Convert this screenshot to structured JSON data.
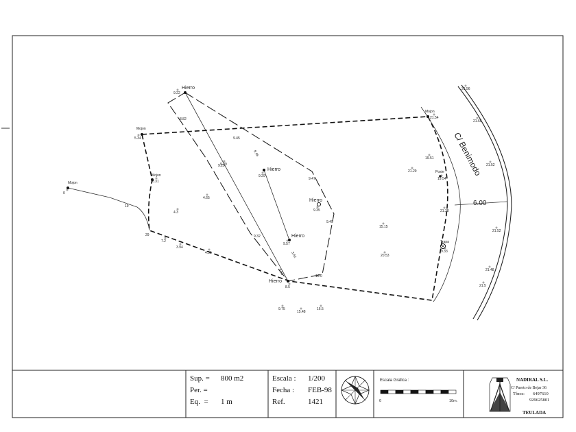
{
  "map": {
    "street_name": "C/ Benimodo",
    "width_label": "6.00",
    "landmarks": {
      "mojon_label": "Mojon",
      "hierro_label": "Hierro",
      "poste_label": "Poste",
      "trapa_label": "Trapa"
    },
    "edge_lengths": [
      "8.82",
      "9.29",
      "9.45",
      "8.46",
      "9.47",
      "9.49",
      "9.32",
      "3.62",
      "3.54",
      "10.0",
      "19",
      "29"
    ],
    "spot_heights": [
      "9.22",
      "5.34",
      "0",
      "8.31",
      "4.65",
      "4.3",
      "7.2",
      "3.94",
      "4.35",
      "9.29",
      "9.29",
      "9.35",
      "9.57",
      "8.5",
      "9.75",
      "15.48",
      "16.5",
      "15.15",
      "20.53",
      "19.51",
      "21.29",
      "19.54",
      "21.38",
      "9.33",
      "21.54",
      "21.56",
      "21.66",
      "21.52",
      "21.52",
      "21.48",
      "21.5"
    ]
  },
  "title_block": {
    "sup_label": "Sup. =",
    "sup_value": "800 m2",
    "per_label": "Per. =",
    "eq_label": "Eq.  =",
    "eq_value": "1 m",
    "escala_label": "Escala :",
    "escala_value": "1/200",
    "fecha_label": "Fecha :",
    "fecha_value": "FEB-98",
    "ref_label": "Ref.",
    "ref_value": "1421",
    "escala_grafica_label": "Escala Grafica :",
    "scale_start": "0",
    "scale_end": "10m.",
    "company": "NADIRAL S.L.",
    "address": "C/ Puerto de Bejar 36",
    "phone_label": "Tfnos:",
    "phone_1": "6497610",
    "phone_2": "929625801",
    "city": "TEULADA"
  }
}
